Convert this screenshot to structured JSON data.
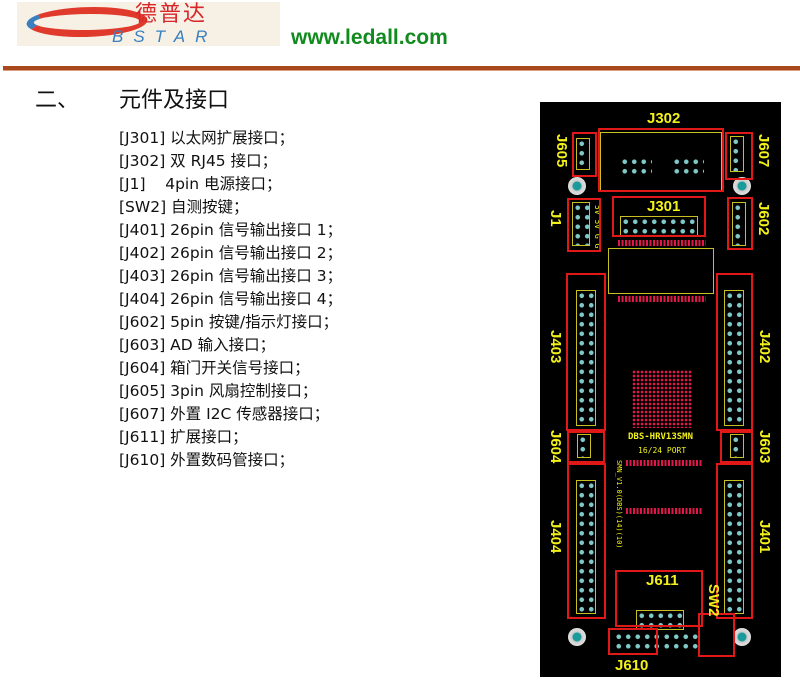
{
  "header": {
    "logo_cn": "德普达",
    "logo_en": "BSTAR",
    "url": "www.ledall.com"
  },
  "section": {
    "number": "二、",
    "title": "元件及接口"
  },
  "items": [
    "[J301] 以太网扩展接口；",
    "[J302] 双 RJ45 接口；",
    "[J1]    4pin 电源接口；",
    "[SW2] 自测按键；",
    "[J401] 26pin 信号输出接口 1；",
    "[J402] 26pin 信号输出接口 2；",
    "[J403] 26pin 信号输出接口 3；",
    "[J404] 26pin 信号输出接口 4；",
    "[J602] 5pin 按键/指示灯接口；",
    "[J603] AD 输入接口；",
    "[J604] 箱门开关信号接口；",
    "[J605] 3pin 风扇控制接口；",
    "[J607] 外置 I2C 传感器接口；",
    "[J611] 扩展接口；",
    "[J610] 外置数码管接口；"
  ],
  "pcb": {
    "labels": {
      "J302": "J302",
      "J605": "J605",
      "J607": "J607",
      "J1": "J1",
      "J301": "J301",
      "J602": "J602",
      "J403": "J403",
      "J402": "J402",
      "J604": "J604",
      "J603": "J603",
      "J404": "J404",
      "J401": "J401",
      "J611": "J611",
      "J610": "J610",
      "SW2": "SW2"
    },
    "chip_name": "DBS-HRV13SMN",
    "chip_sub": "16/24 PORT",
    "board_id": "SMN_V1.0(DBS)(14)(10)",
    "power_pins": "5V 5V G G"
  }
}
